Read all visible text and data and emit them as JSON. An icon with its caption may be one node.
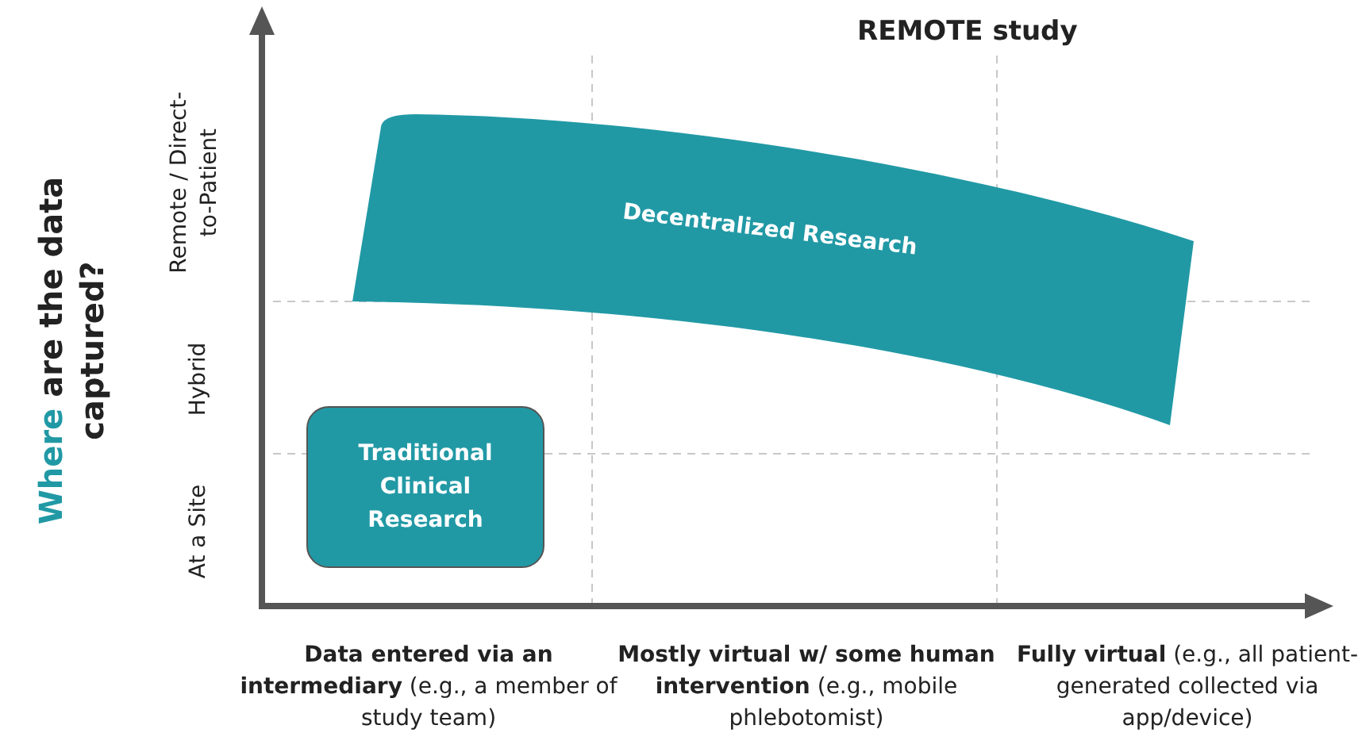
{
  "diagram": {
    "title": "REMOTE study",
    "nodes": [
      {
        "text": [
          "Decentralized Research"
        ]
      },
      {
        "text": [
          "Traditional Clinical Research"
        ]
      }
    ],
    "edges": [],
    "labels": [
      "Where are the data captured?",
      "Remote / Direct-to-Patient",
      "Hybrid",
      "At a Site",
      "**Data entered via an intermediary** (e.g., a member of study team)",
      "**Mostly virtual w/ some human intervention** (e.g., mobile phlebotomist)",
      "**Fully virtual** (e.g., all patient-generated collected via app/device)"
    ]
  }
}
